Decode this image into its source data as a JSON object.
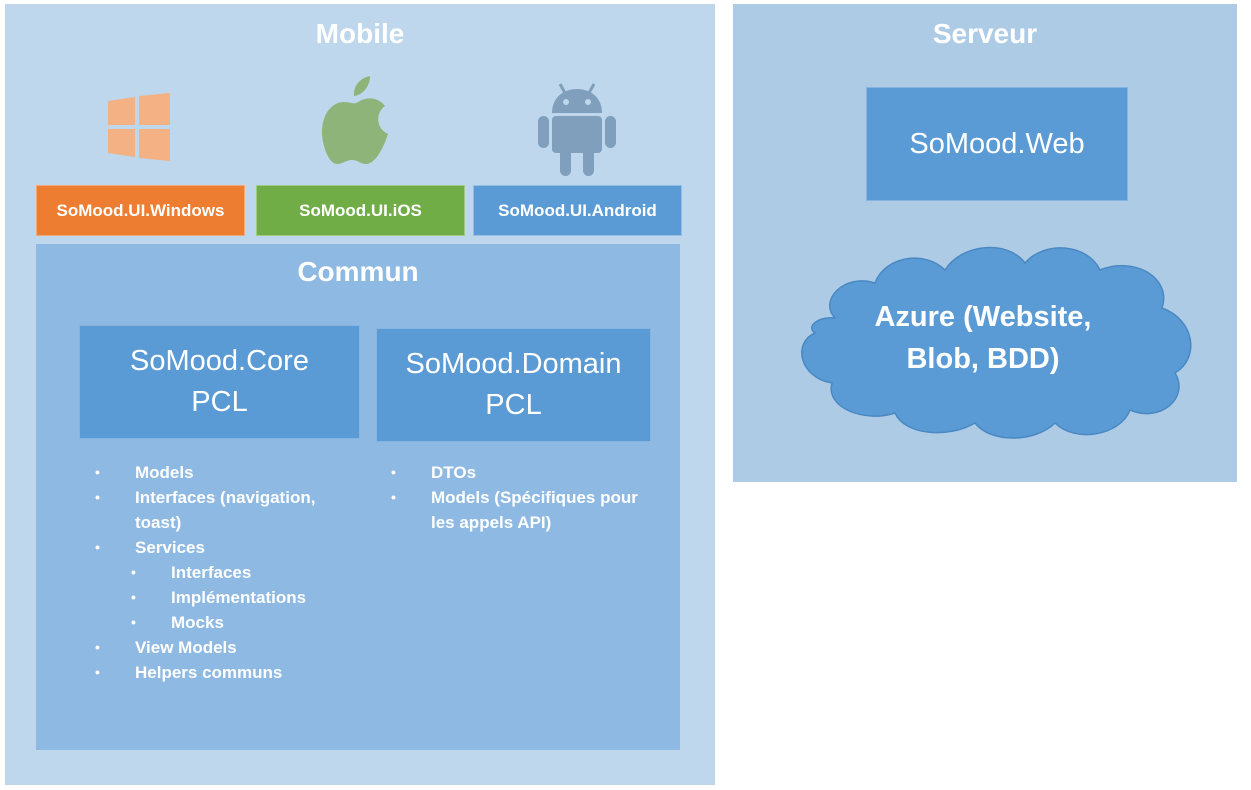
{
  "mobile": {
    "title": "Mobile",
    "platforms": [
      {
        "name": "SoMood.UI.Windows",
        "color": "#ed7d31",
        "icon": "windows-icon"
      },
      {
        "name": "SoMood.UI.iOS",
        "color": "#70ad47",
        "icon": "apple-icon"
      },
      {
        "name": "SoMood.UI.Android",
        "color": "#5b9bd5",
        "icon": "android-icon"
      }
    ],
    "commun": {
      "title": "Commun",
      "core": {
        "title_line1": "SoMood.Core",
        "title_line2": "PCL",
        "items": [
          "Models",
          "Interfaces (navigation,",
          "toast)",
          "Services",
          "Interfaces",
          "Implémentations",
          "Mocks",
          "View Models",
          "Helpers communs"
        ]
      },
      "domain": {
        "title_line1": "SoMood.Domain",
        "title_line2": "PCL",
        "items": [
          "DTOs",
          "Models (Spécifiques pour",
          "les appels API)"
        ]
      }
    }
  },
  "server": {
    "title": "Serveur",
    "web": "SoMood.Web",
    "azure_line1": "Azure (Website,",
    "azure_line2": "Blob, BDD)"
  },
  "colors": {
    "mobile_bg": "#bed7ec",
    "server_bg": "#aecbe6",
    "commun_bg": "#8eb9e2",
    "box_blue": "#5b9bd5",
    "windows_orange": "#ed7d31",
    "ios_green": "#70ad47"
  }
}
